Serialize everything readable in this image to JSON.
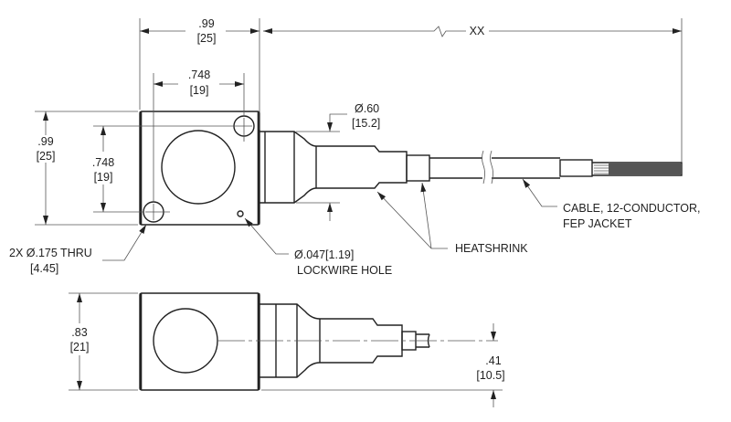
{
  "title": "Sensor outline drawing",
  "dimensions": {
    "overall_width": {
      "in": ".99",
      "mm": "[25]"
    },
    "cable_length": "XX",
    "hole_spacing_h": {
      "in": ".748",
      "mm": "[19]"
    },
    "overall_height": {
      "in": ".99",
      "mm": "[25]"
    },
    "hole_spacing_v": {
      "in": ".748",
      "mm": "[19]"
    },
    "connector_dia": {
      "in": "Ø.60",
      "mm": "[15.2]"
    },
    "thickness": {
      "in": ".83",
      "mm": "[21]"
    },
    "centerline_height": {
      "in": ".41",
      "mm": "[10.5]"
    }
  },
  "callouts": {
    "mount_holes": {
      "line1": "2X Ø.175 THRU",
      "line2": "[4.45]"
    },
    "lockwire": {
      "line1": "Ø.047[1.19]",
      "line2": "LOCKWIRE HOLE"
    },
    "heatshrink": "HEATSHRINK",
    "cable": {
      "line1": "CABLE, 12-CONDUCTOR,",
      "line2": "FEP JACKET"
    }
  }
}
